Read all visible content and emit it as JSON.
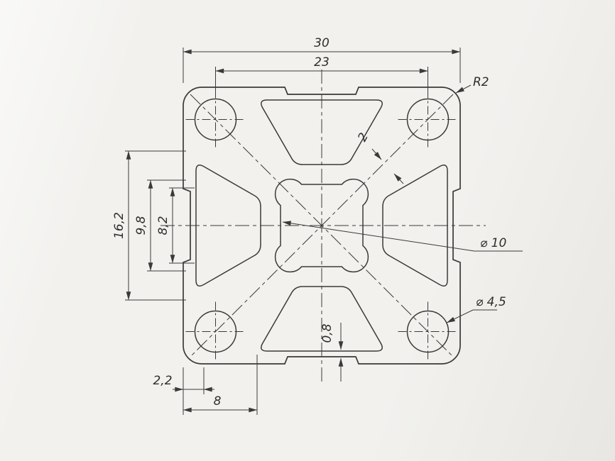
{
  "colors": {
    "line": "#3a3a3a",
    "background": "#f2f1ee",
    "text": "#2e2e2e"
  },
  "labels": {
    "overall_width": "30",
    "hole_pitch": "23",
    "corner_radius": "R2",
    "wall_thickness": "2",
    "groove_total": "16,2",
    "groove_inner": "9,8",
    "slot_opening": "8,2",
    "center_bore": "⌀ 10",
    "mount_hole": "⌀ 4,5",
    "membrane_thickness": "0,8",
    "edge_offset": "2,2",
    "slot_edge_distance": "8"
  }
}
